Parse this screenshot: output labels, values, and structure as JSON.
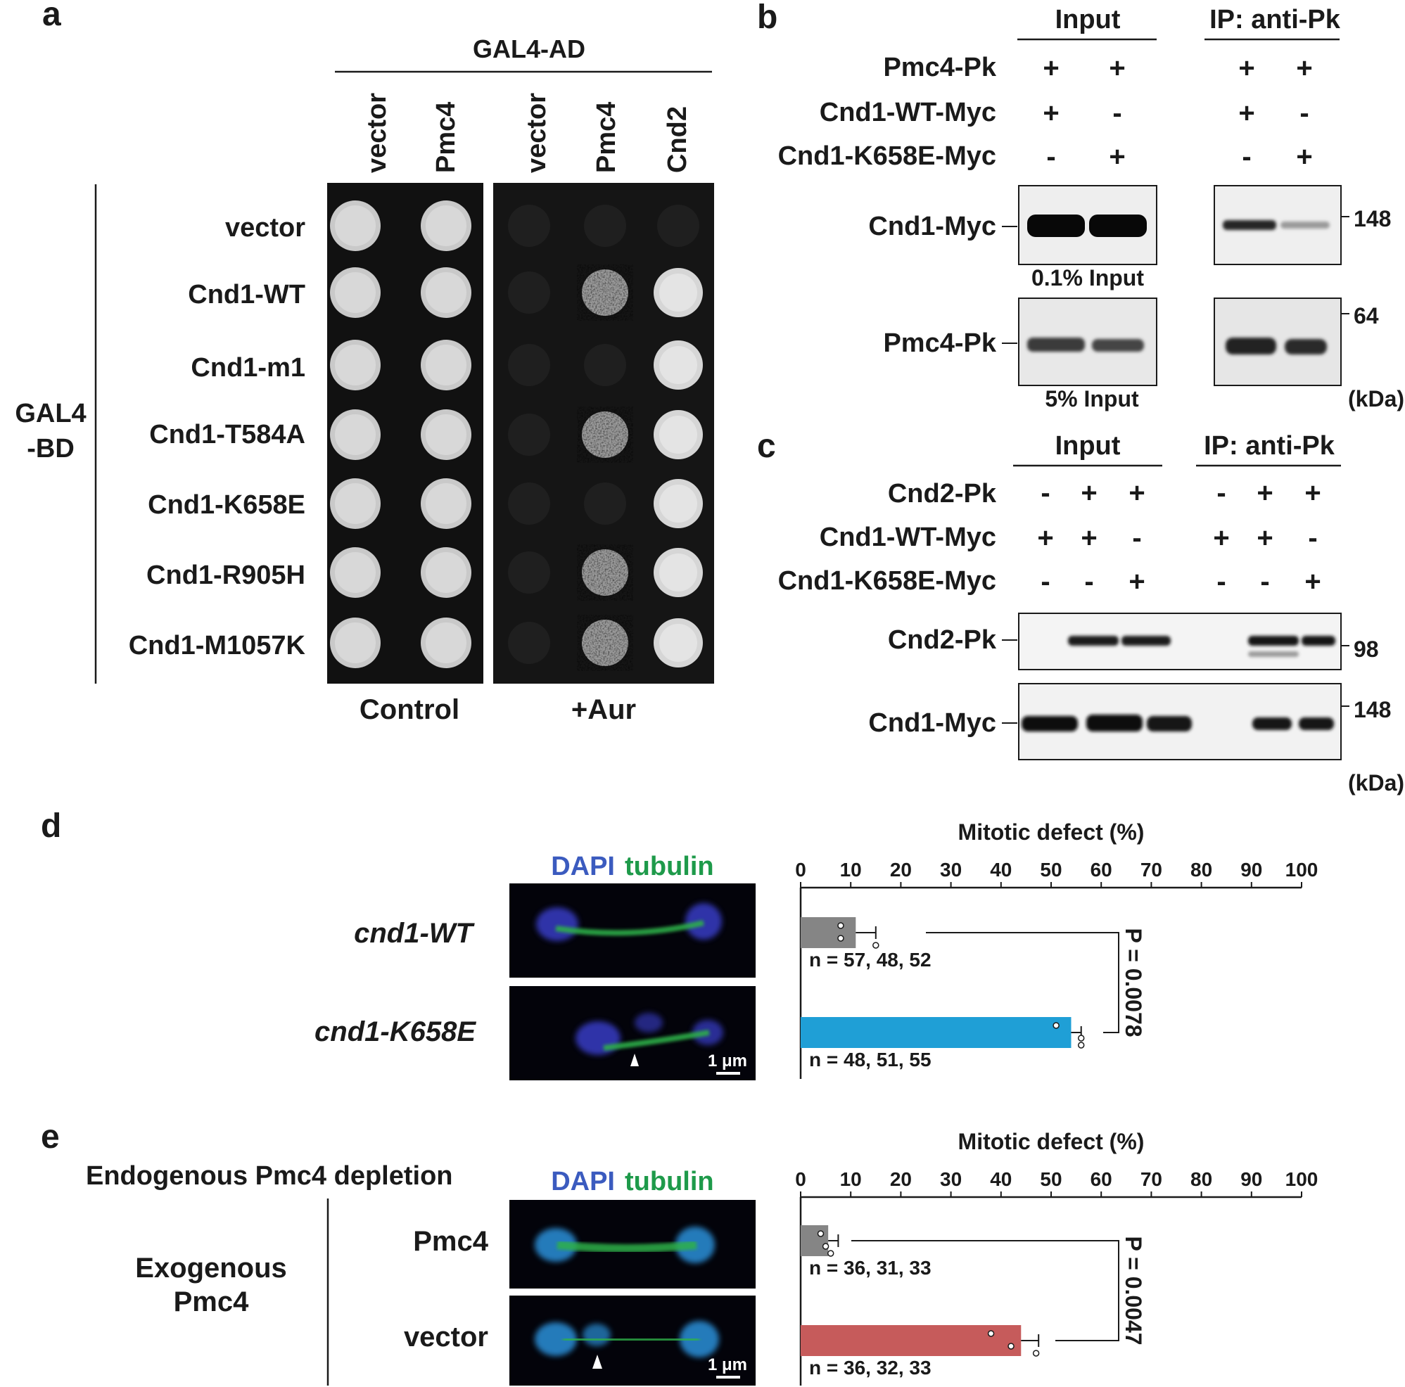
{
  "panel_a": {
    "letter": "a",
    "ad_label": "GAL4-AD",
    "bd_label_1": "GAL4",
    "bd_label_2": "-BD",
    "columns": [
      "vector",
      "Pmc4",
      "vector",
      "Pmc4",
      "Cnd2"
    ],
    "rows": [
      "vector",
      "Cnd1-WT",
      "Cnd1-m1",
      "Cnd1-T584A",
      "Cnd1-K658E",
      "Cnd1-R905H",
      "Cnd1-M1057K"
    ],
    "plate_left_label": "Control",
    "plate_right_label": "+Aur",
    "growth_aur": [
      [
        0,
        0,
        0
      ],
      [
        0,
        2,
        3
      ],
      [
        0,
        0,
        3
      ],
      [
        0,
        2,
        3
      ],
      [
        0,
        0,
        3
      ],
      [
        0,
        2,
        3
      ],
      [
        0,
        2,
        3
      ]
    ]
  },
  "panel_b": {
    "letter": "b",
    "input_label": "Input",
    "ip_label": "IP: anti-Pk",
    "conditions": [
      {
        "name": "Pmc4-Pk",
        "input": [
          "+",
          "+"
        ],
        "ip": [
          "+",
          "+"
        ]
      },
      {
        "name": "Cnd1-WT-Myc",
        "input": [
          "+",
          "-"
        ],
        "ip": [
          "+",
          "-"
        ]
      },
      {
        "name": "Cnd1-K658E-Myc",
        "input": [
          "-",
          "+"
        ],
        "ip": [
          "-",
          "+"
        ]
      }
    ],
    "blot1_label": "Cnd1-Myc",
    "blot2_label": "Pmc4-Pk",
    "blot1_note": "0.1% Input",
    "blot2_note": "5% Input",
    "marker1": "148",
    "marker2": "64",
    "unit": "(kDa)"
  },
  "panel_c": {
    "letter": "c",
    "input_label": "Input",
    "ip_label": "IP: anti-Pk",
    "conditions": [
      {
        "name": "Cnd2-Pk",
        "input": [
          "-",
          "+",
          "+"
        ],
        "ip": [
          "-",
          "+",
          "+"
        ]
      },
      {
        "name": "Cnd1-WT-Myc",
        "input": [
          "+",
          "+",
          "-"
        ],
        "ip": [
          "+",
          "+",
          "-"
        ]
      },
      {
        "name": "Cnd1-K658E-Myc",
        "input": [
          "-",
          "-",
          "+"
        ],
        "ip": [
          "-",
          "-",
          "+"
        ]
      }
    ],
    "blot1_label": "Cnd2-Pk",
    "blot2_label": "Cnd1-Myc",
    "marker1": "98",
    "marker2": "148",
    "unit": "(kDa)"
  },
  "panel_d": {
    "letter": "d",
    "stain_dapi": "DAPI",
    "stain_tubulin": "tubulin",
    "row1_label": "cnd1-WT",
    "row2_label": "cnd1-K658E",
    "scale_bar": "1 μm"
  },
  "panel_e": {
    "letter": "e",
    "title": "Endogenous Pmc4 depletion",
    "group_1": "Exogenous",
    "group_2": "Pmc4",
    "stain_dapi": "DAPI",
    "stain_tubulin": "tubulin",
    "row1_label": "Pmc4",
    "row2_label": "vector",
    "scale_bar": "1 μm"
  },
  "chart_data": [
    {
      "type": "bar",
      "orientation": "horizontal",
      "title": "Mitotic defect (%)",
      "xlim": [
        0,
        100
      ],
      "ticks": [
        "0",
        "10",
        "20",
        "30",
        "40",
        "50",
        "60",
        "70",
        "80",
        "90",
        "100"
      ],
      "categories": [
        "cnd1-WT",
        "cnd1-K658E"
      ],
      "values": [
        11,
        54
      ],
      "errors": [
        4,
        2
      ],
      "points": [
        [
          8,
          8,
          15
        ],
        [
          51,
          56,
          56
        ]
      ],
      "colors": [
        "#858585",
        "#1f9fd6"
      ],
      "n_labels": [
        "n = 57, 48, 52",
        "n = 48, 51, 55"
      ],
      "p_value": "P = 0.0078"
    },
    {
      "type": "bar",
      "orientation": "horizontal",
      "title": "Mitotic defect (%)",
      "xlim": [
        0,
        100
      ],
      "ticks": [
        "0",
        "10",
        "20",
        "30",
        "40",
        "50",
        "60",
        "70",
        "80",
        "90",
        "100"
      ],
      "categories": [
        "Pmc4",
        "vector"
      ],
      "values": [
        5.5,
        44
      ],
      "errors": [
        2,
        3.5
      ],
      "points": [
        [
          4,
          5,
          6
        ],
        [
          38,
          42,
          47
        ]
      ],
      "colors": [
        "#858585",
        "#c65b5b"
      ],
      "n_labels": [
        "n = 36, 31, 33",
        "n = 36, 32, 33"
      ],
      "p_value": "P = 0.0047"
    }
  ]
}
